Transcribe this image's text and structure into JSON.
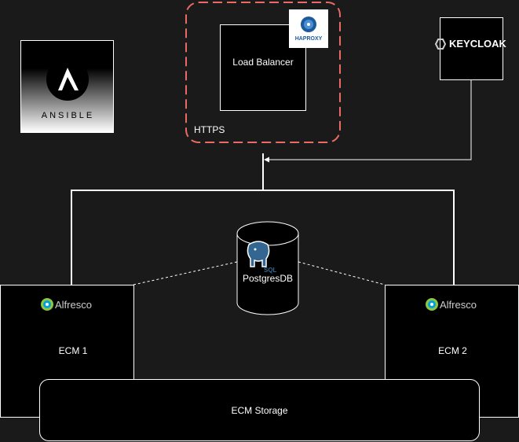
{
  "load_balancer": {
    "label": "Load Balancer",
    "badge": "HAPROXY"
  },
  "https_group": {
    "label": "HTTPS"
  },
  "keycloak": {
    "logo_text": "KEYCLOAK"
  },
  "ansible": {
    "logo_text": "ANSIBLE"
  },
  "database": {
    "label": "PostgresDB",
    "badge": "SQL"
  },
  "ecm1": {
    "brand": "Alfresco",
    "label": "ECM 1"
  },
  "ecm2": {
    "brand": "Alfresco",
    "label": "ECM 2"
  },
  "storage": {
    "label": "ECM Storage"
  },
  "colors": {
    "background": "#1a1a1a",
    "node_fill": "#000000",
    "line": "#ffffff",
    "dashed_group": "#ea6b66",
    "alfresco_green": "#8dc63f",
    "alfresco_blue": "#00a0e0"
  }
}
